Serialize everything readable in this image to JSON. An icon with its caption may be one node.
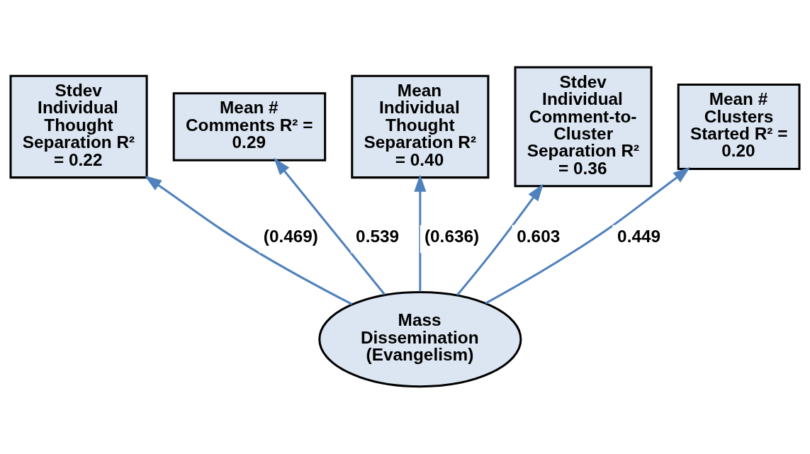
{
  "diagram": {
    "nodes": [
      {
        "text": [
          "Mean Individual Thought Separation R² = 0.40"
        ]
      },
      {
        "text": [
          "Mean # Comments R² = 0.29"
        ]
      },
      {
        "text": [
          "Stdev Individual Comment-to-Cluster Separation R² = 0.36"
        ]
      },
      {
        "text": [
          "Stdev Individual Thought Separation R² = 0.22"
        ]
      },
      {
        "text": [
          "Mean # Clusters Started R² = 0.20"
        ]
      },
      {
        "text": [
          "Mass Dissemination (Evangelism)"
        ]
      }
    ],
    "edges": [
      {
        "from": 5,
        "to": 3,
        "arrow": "to",
        "label": "(0.469)"
      },
      {
        "from": 5,
        "to": 1,
        "arrow": "to",
        "label": "0.539"
      },
      {
        "from": 5,
        "to": 0,
        "arrow": "to",
        "label": "(0.636)"
      },
      {
        "from": 5,
        "to": 2,
        "arrow": "to",
        "label": "0.603"
      },
      {
        "from": 5,
        "to": 4,
        "arrow": "to",
        "label": "0.449"
      }
    ]
  }
}
